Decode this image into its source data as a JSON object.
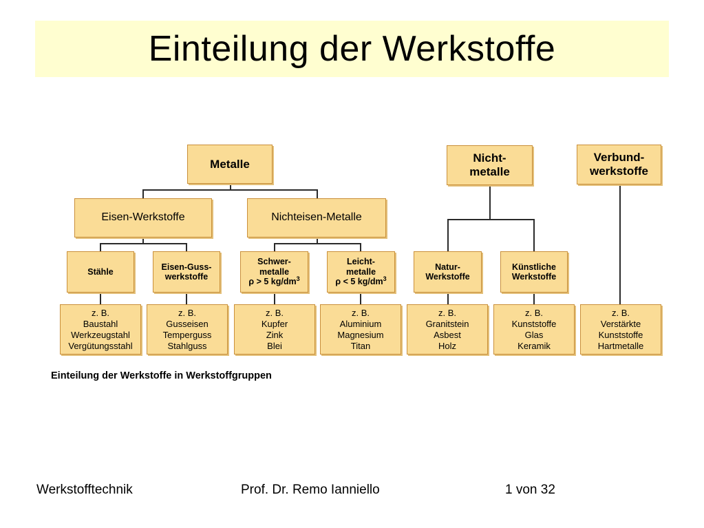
{
  "slide": {
    "title": "Einteilung der Werkstoffe",
    "caption": "Einteilung der Werkstoffe in Werkstoffgruppen"
  },
  "diagram": {
    "metalle": "Metalle",
    "nichtmetalle": [
      "Nicht-",
      "metalle"
    ],
    "verbund": [
      "Verbund-",
      "werkstoffe"
    ],
    "eisen": "Eisen-Werkstoffe",
    "nichteisen": "Nichteisen-Metalle",
    "staehle": "Stähle",
    "eisenguss": [
      "Eisen-Guss-",
      "werkstoffe"
    ],
    "schwer": [
      "Schwer-",
      "metalle",
      "ρ > 5 kg/dm",
      "3"
    ],
    "leicht": [
      "Leicht-",
      "metalle",
      "ρ < 5 kg/dm",
      "3"
    ],
    "natur": [
      "Natur-",
      "Werkstoffe"
    ],
    "kuenstlich": [
      "Künstliche",
      "Werkstoffe"
    ],
    "examples": [
      [
        "z. B.",
        "Baustahl",
        "Werkzeugstahl",
        "Vergütungsstahl"
      ],
      [
        "z. B.",
        "Gusseisen",
        "Temperguss",
        "Stahlguss"
      ],
      [
        "z. B.",
        "Kupfer",
        "Zink",
        "Blei"
      ],
      [
        "z. B.",
        "Aluminium",
        "Magnesium",
        "Titan"
      ],
      [
        "z. B.",
        "Granitstein",
        "Asbest",
        "Holz"
      ],
      [
        "z. B.",
        "Kunststoffe",
        "Glas",
        "Keramik"
      ],
      [
        "z. B.",
        "Verstärkte",
        "Kunststoffe",
        "Hartmetalle"
      ]
    ]
  },
  "footer": {
    "left": "Werkstofftechnik",
    "center": "Prof. Dr. Remo Ianniello",
    "right": "1 von 32"
  }
}
